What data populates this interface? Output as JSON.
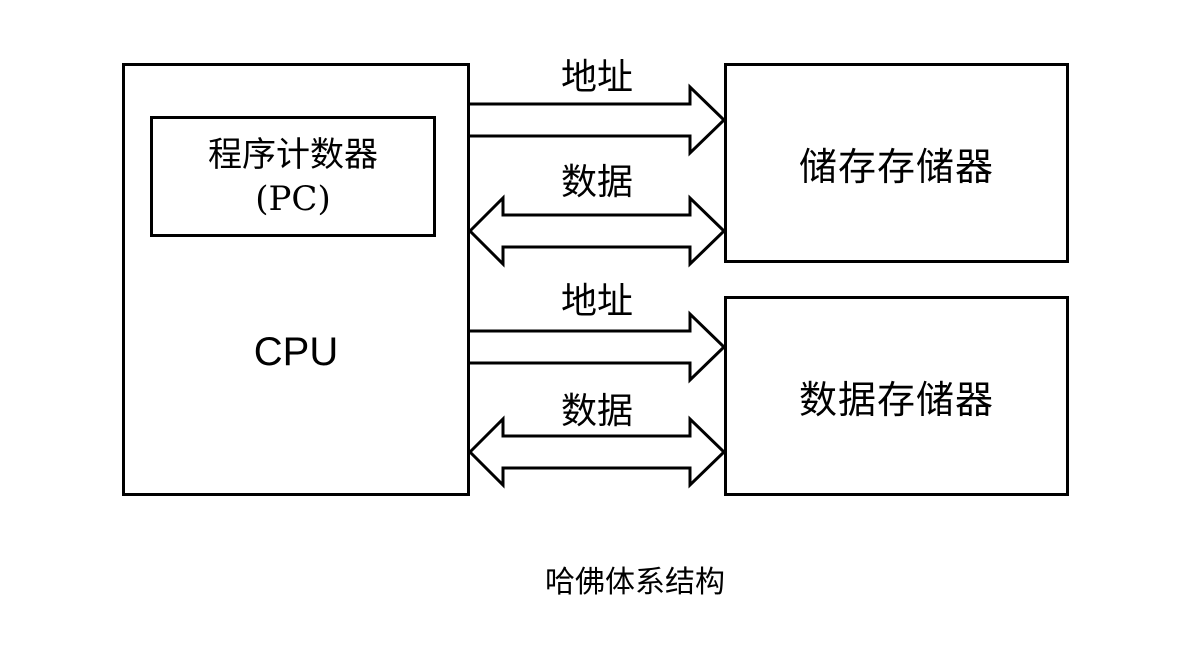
{
  "cpu": {
    "label": "CPU"
  },
  "program_counter": {
    "line1": "程序计数器",
    "line2": "(PC)"
  },
  "instruction_memory": {
    "label": "储存存储器"
  },
  "data_memory": {
    "label": "数据存储器"
  },
  "buses": {
    "addr_to_instruction": "地址",
    "data_instruction": "数据",
    "addr_to_data": "地址",
    "data_data": "数据"
  },
  "caption": "哈佛体系结构"
}
